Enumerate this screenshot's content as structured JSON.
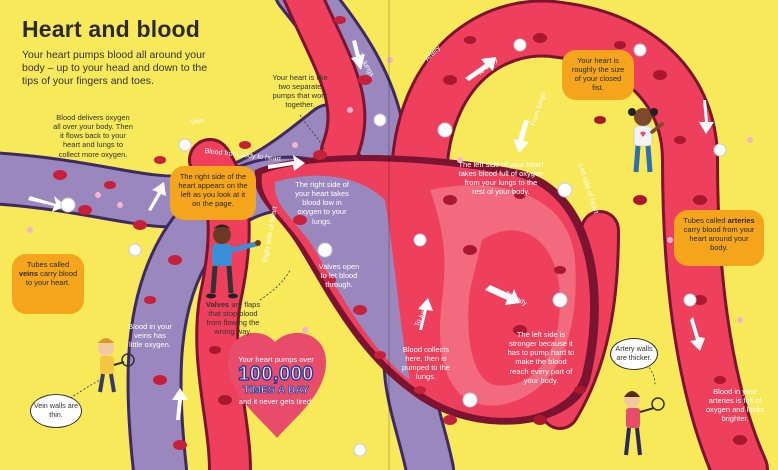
{
  "title": "Heart and blood",
  "intro": "Your heart pumps blood all around your body – up to your head and down to the tips of your fingers and toes.",
  "texts": {
    "delivers": "Blood delivers oxygen all over your body. Then it flows back to your heart and lungs to collect more oxygen.",
    "two_pumps": "Your heart is like two separate pumps that work together.",
    "right_side_takes": "The right side of your heart takes blood low in oxygen to your lungs.",
    "valves_open": "Valves open to let blood through.",
    "veins_little": "Blood in your veins has little oxygen.",
    "valves_are": "are flaps that stop blood from flowing the wrong way.",
    "valves_word": "Valves",
    "collects": "Blood collects here, then is pumped to the lungs.",
    "left_side_takes": "The left side of your heart takes blood full of oxygen from your lungs to the rest of your body.",
    "left_stronger": "The left side is stronger because it has to pump hard to make the blood reach every part of your body.",
    "arteries_full": "Blood in your arteries is full of oxygen and looks brighter."
  },
  "callouts": {
    "right_side_appears": "The right side of the heart appears on the left as you look at it on the page.",
    "veins_pre": "Tubes called ",
    "veins_word": "veins",
    "veins_post": " carry blood to your heart.",
    "arteries_pre": "Tubes called ",
    "arteries_word": "arteries",
    "arteries_post": " carry blood from your heart around your body.",
    "fist": "Your heart is roughly the size of your closed fist."
  },
  "bubbles": {
    "vein_walls": "Vein walls are thin.",
    "artery_walls": "Artery walls are thicker."
  },
  "labels": {
    "vein": "Vein",
    "artery": "Artery",
    "to_body_top": "To body",
    "to_lungs_top": "To lungs",
    "from_lungs": "From lungs",
    "blood_from_body": "Blood from body to heart",
    "right_side_heart": "Right side of heart",
    "left_side_heart": "Left side of heart",
    "to_lungs_bottom": "To lungs",
    "to_body_bottom": "to body"
  },
  "heart_badge": {
    "line1": "Your heart pumps over",
    "number": "100,000",
    "times": "TIMES A DAY",
    "line2": "and it never gets tired."
  },
  "colors": {
    "background": "#f7e95a",
    "artery": "#ee3f5c",
    "vein": "#9a87bd",
    "callout": "#f4a51c",
    "heart_badge": "#e94b6b"
  }
}
